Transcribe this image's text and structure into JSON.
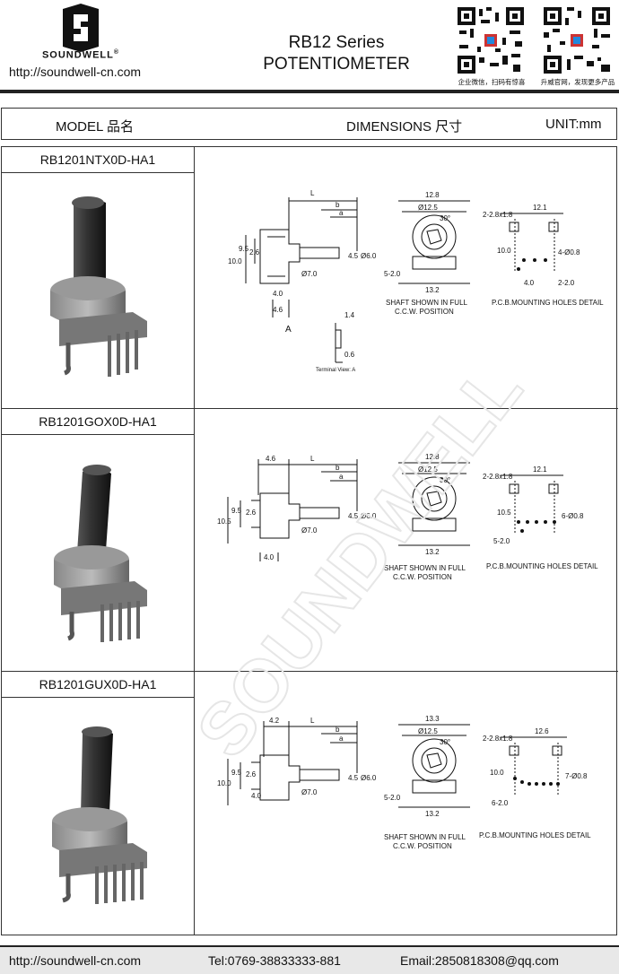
{
  "header": {
    "brand": "SOUNDWELL",
    "registered": "®",
    "website": "http://soundwell-cn.com",
    "series": "RB12 Series",
    "product": "POTENTIOMETER",
    "qr_caption_left": "企业微信，扫码有惊喜",
    "qr_caption_right": "升威官网，发现更多产品"
  },
  "columns": {
    "model": "MODEL 品名",
    "dimensions": "DIMENSIONS 尺寸",
    "unit": "UNIT:mm"
  },
  "watermark": "SOUNDWELL",
  "rows": [
    {
      "model": "RB1201NTX0D-HA1",
      "dims": {
        "L": "L",
        "b": "b",
        "a": "a",
        "d1": "9.5",
        "d2": "2.6",
        "d3": "10.0",
        "d4": "4.5",
        "d5": "Ø6.0",
        "d6": "Ø7.0",
        "d7": "4.0",
        "d8": "4.6",
        "view_label": "A",
        "t1": "1.4",
        "t2": "0.6",
        "terminal_view": "Terminal View: A",
        "top1": "12.8",
        "top2": "Ø12.5",
        "angle": "30°",
        "bottom1": "5-2.0",
        "bottom2": "13.2",
        "pcb1": "2-2.8x1.8",
        "pcb2": "12.1",
        "pcb3": "10.0",
        "pcb4": "4-Ø0.8",
        "pcb5": "4.0",
        "pcb6": "2-2.0",
        "cap1": "SHAFT SHOWN IN FULL",
        "cap2": "C.C.W. POSITION",
        "cap3": "P.C.B.MOUNTING HOLES DETAIL"
      }
    },
    {
      "model": "RB1201GOX0D-HA1",
      "dims": {
        "L": "L",
        "b": "b",
        "a": "a",
        "d1": "9.5",
        "d2": "2.6",
        "d3": "10.5",
        "d4": "4.5",
        "d5": "Ø6.0",
        "d6": "Ø7.0",
        "d7": "4.0",
        "d8": "4.6",
        "top1": "12.8",
        "top2": "Ø12.5",
        "angle": "30°",
        "bottom2": "13.2",
        "pcb1": "2-2.8x1.8",
        "pcb2": "12.1",
        "pcb3": "10.5",
        "pcb4": "6-Ø0.8",
        "pcb6": "5-2.0",
        "cap1": "SHAFT SHOWN IN FULL",
        "cap2": "C.C.W. POSITION",
        "cap3": "P.C.B.MOUNTING HOLES DETAIL"
      }
    },
    {
      "model": "RB1201GUX0D-HA1",
      "dims": {
        "L": "L",
        "b": "b",
        "a": "a",
        "d1": "9.5",
        "d2": "2.6",
        "d3": "10.0",
        "d4": "4.5",
        "d5": "Ø6.0",
        "d6": "Ø7.0",
        "d7": "4.0",
        "d8": "4.2",
        "top1": "13.3",
        "top2": "Ø12.5",
        "angle": "30°",
        "bottom1": "5-2.0",
        "bottom2": "13.2",
        "pcb1": "2-2.8x1.8",
        "pcb2": "12.6",
        "pcb3": "10.0",
        "pcb4": "7-Ø0.8",
        "pcb6": "6-2.0",
        "cap1": "SHAFT SHOWN IN FULL",
        "cap2": "C.C.W. POSITION",
        "cap3": "P.C.B.MOUNTING HOLES DETAIL"
      }
    }
  ],
  "footer": {
    "website": "http://soundwell-cn.com",
    "tel": "Tel:0769-38833333-881",
    "email": "Email:2850818308@qq.com"
  }
}
